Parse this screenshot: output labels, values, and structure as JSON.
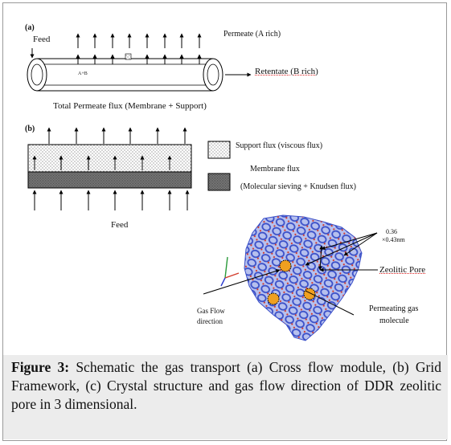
{
  "panel_a": {
    "label": "(a)",
    "feed": "Feed",
    "permeate": "Permeate (A rich)",
    "inside_label": "A+B",
    "retentate": "Retentate (B rich)",
    "total_flux": "Total Permeate flux (Membrane + Support)"
  },
  "panel_b": {
    "label": "(b)",
    "feed": "Feed",
    "legend": {
      "support": "Support flux (viscous flux)",
      "membrane_title": "Membrane flux",
      "membrane_detail": "(Molecular sieving + Knudsen flux)"
    }
  },
  "panel_c": {
    "pore_size_line1": "0.36",
    "pore_size_line2": "×0.43nm",
    "zeolitic_pore": "Zeolitic Pore",
    "gas_flow_line1": "Gas Flow",
    "gas_flow_line2": "direction",
    "permeating_line1": "Permeating gas",
    "permeating_line2": "molecule"
  },
  "caption": {
    "label": "Figure 3:",
    "text": " Schematic the gas transport (a) Cross flow module, (b) Grid Framework, (c) Crystal structure and gas flow direction of DDR zeolitic pore in 3 dimensional."
  }
}
